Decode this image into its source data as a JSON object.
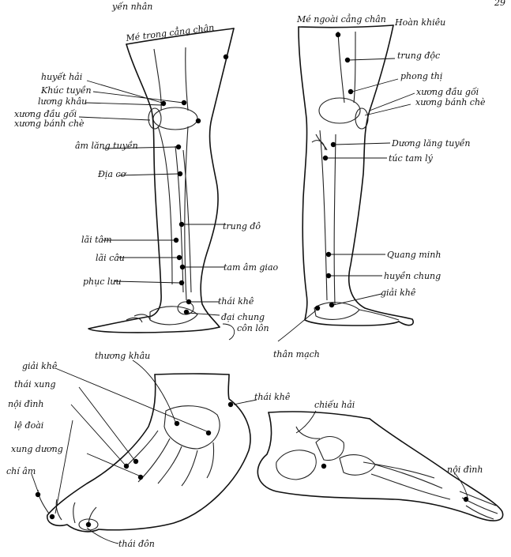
{
  "page_number": "29",
  "headers": {
    "inner_leg_view": "yến nhân",
    "inner_leg_side": "Mé trong cẳng chân",
    "outer_leg_side": "Mé ngoài cẳng chân",
    "outer_leg_top_point": "Hoàn khiêu"
  },
  "inner_leg_labels": {
    "huyet_hai": "huyết hải",
    "khe_tuyen": "Khúc tuyền",
    "luong_khau": "lương khâu",
    "xuong_dau_goi": "xương đầu gối",
    "xuong_banh_che": "xương bánh chè",
    "am_lang_tuyen": "âm lăng tuyền",
    "dia_co": "Địa cơ",
    "trung_do": "trung đô",
    "lai_tam": "lãi tâm",
    "lai_cau": "lãi câu",
    "tam_am_giao": "tam âm giao",
    "phuc_luu": "phục lưu",
    "thai_khe": "thái khê",
    "dai_chung": "đại chung",
    "con_lon": "côn lôn",
    "than_mach": "thân mạch"
  },
  "outer_leg_labels": {
    "trung_doc": "trung độc",
    "phong_thi": "phong thị",
    "xuong_dau_goi": "xương đầu gối",
    "xuong_banh_che": "xương bánh chè",
    "duong_lang_tuyen": "Dương lăng tuyền",
    "tuc_tam_ly": "túc tam lý",
    "quang_minh": "Quang minh",
    "huyen_chung": "huyền chung",
    "giai_khe": "giải khê"
  },
  "foot_labels": {
    "thuong_khau": "thương khâu",
    "giai_khe": "giải khê",
    "thai_xung": "thái xung",
    "noi_dinh": "nội đình",
    "le_doai": "lệ đoài",
    "xung_duong": "xung dương",
    "chi_am": "chí âm",
    "thai_khe": "thái khê",
    "chieu_hai": "chiếu hải",
    "thai_don": "thái đôn",
    "noi_dinh_right": "nội đình"
  }
}
